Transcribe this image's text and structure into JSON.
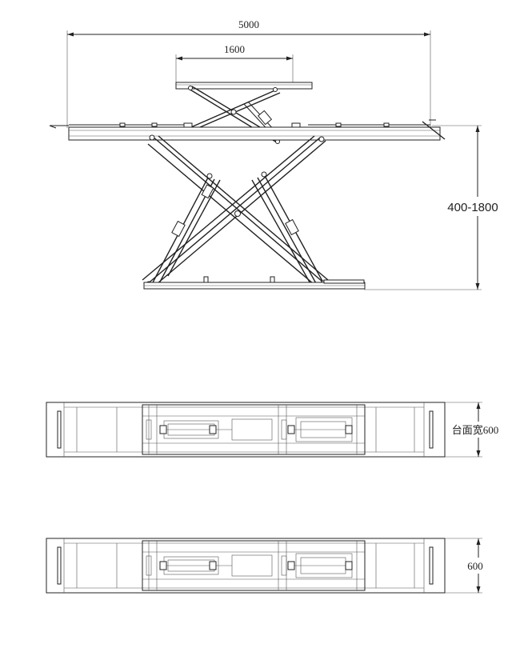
{
  "dimensions": {
    "total_length": "5000",
    "secondary_platform_length": "1600",
    "lift_height": "400-1800",
    "platform_width_labeled": "台面宽600",
    "platform_width": "600"
  }
}
